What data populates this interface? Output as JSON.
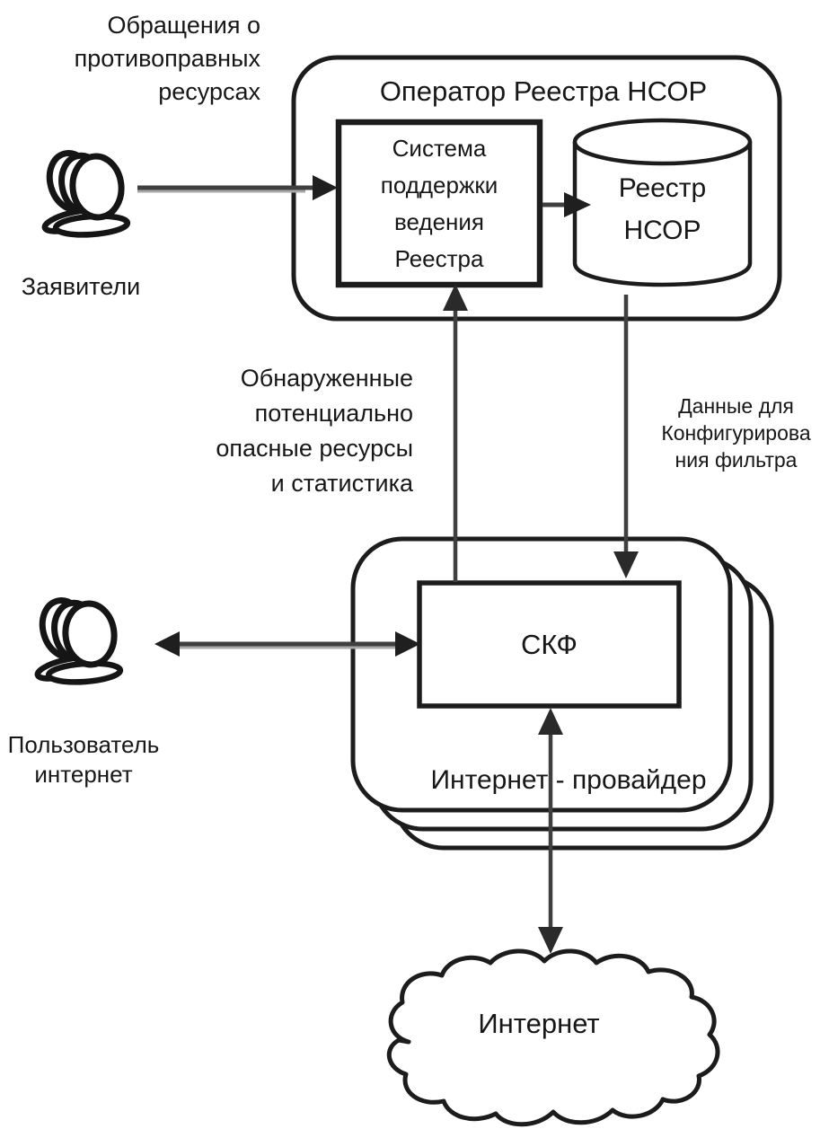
{
  "figure": {
    "background": "#ffffff",
    "ink_color": "#1c1c1c",
    "arrow_color": "#3f3f3f",
    "text_color": "#171717"
  },
  "labels": {
    "appeals": "Обращения о\nпротивоправных\nресурсах",
    "applicants": "Заявители",
    "operator_title": "Оператор Реестра НСОР",
    "support_system": "Система\nподдержки\nведения\nРеестра",
    "registry_db": "Реестр\nНСОР",
    "detected_resources": "Обнаруженные\nпотенциально\nопасные ресурсы\nи статистика",
    "filter_config": "Данные для\nКонфигурирова\nния фильтра",
    "skf": "СКФ",
    "isp": "Интернет - провайдер",
    "internet_user": "Пользователь\nинтернет",
    "internet_cloud": "Интернет"
  },
  "icons": {
    "applicants": "group-of-people-icon",
    "internet_user": "group-of-people-icon",
    "registry_db": "database-cylinder-shape",
    "internet": "cloud-shape"
  }
}
